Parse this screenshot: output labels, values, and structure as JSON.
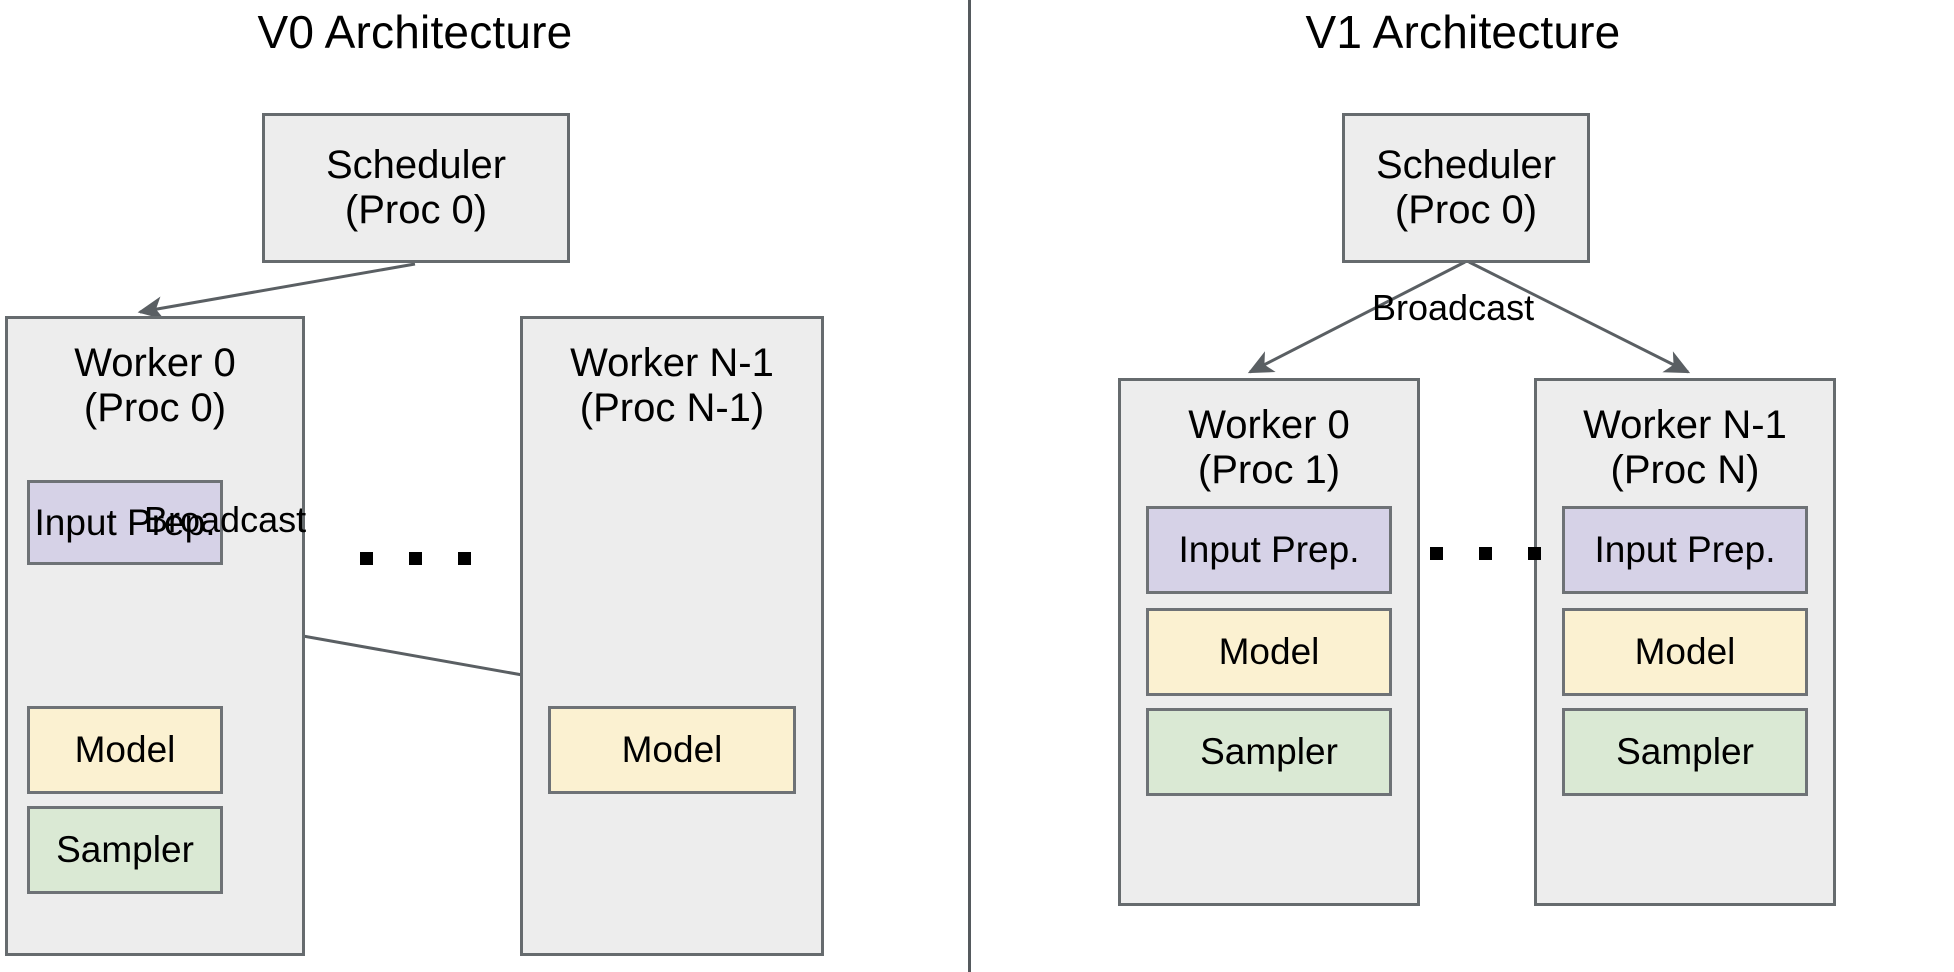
{
  "diagram": {
    "left_panel": {
      "title": "V0 Architecture",
      "scheduler": {
        "line1": "Scheduler",
        "line2": "(Proc 0)"
      },
      "worker_first": {
        "line1": "Worker 0",
        "line2": "(Proc 0)",
        "components": [
          {
            "label": "Input Prep.",
            "color": "#d6d2e7"
          },
          {
            "label": "Model",
            "color": "#fbf1d1"
          },
          {
            "label": "Sampler",
            "color": "#dae9d4"
          }
        ]
      },
      "worker_last": {
        "line1": "Worker N-1",
        "line2": "(Proc N-1)",
        "components": [
          {
            "label": "Model",
            "color": "#fbf1d1"
          }
        ]
      },
      "broadcast_label": "Broadcast",
      "ellipsis": "• • •"
    },
    "right_panel": {
      "title": "V1 Architecture",
      "scheduler": {
        "line1": "Scheduler",
        "line2": "(Proc 0)"
      },
      "worker_first": {
        "line1": "Worker 0",
        "line2": "(Proc 1)",
        "components": [
          {
            "label": "Input Prep.",
            "color": "#d6d2e7"
          },
          {
            "label": "Model",
            "color": "#fbf1d1"
          },
          {
            "label": "Sampler",
            "color": "#dae9d4"
          }
        ]
      },
      "worker_last": {
        "line1": "Worker N-1",
        "line2": "(Proc N)",
        "components": [
          {
            "label": "Input Prep.",
            "color": "#d6d2e7"
          },
          {
            "label": "Model",
            "color": "#fbf1d1"
          },
          {
            "label": "Sampler",
            "color": "#dae9d4"
          }
        ]
      },
      "broadcast_label": "Broadcast",
      "ellipsis": "• • •"
    },
    "colors": {
      "box_fill": "#ededed",
      "box_stroke": "#666b6e",
      "arrow": "#5a5f63",
      "divider": "#555a5e",
      "input_prep": "#d6d2e7",
      "model": "#fbf1d1",
      "sampler": "#dae9d4"
    }
  }
}
